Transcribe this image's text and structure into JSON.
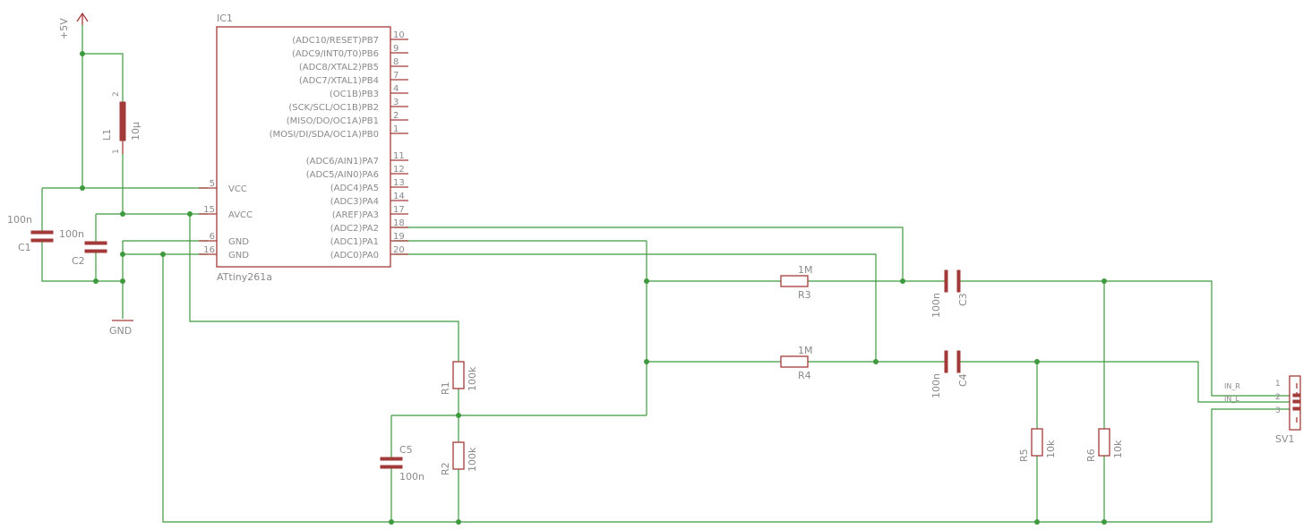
{
  "ic1": {
    "name": "IC1",
    "value": "ATtiny261a",
    "right_pins": [
      {
        "num": "10",
        "label": "(ADC10/RESET)PB7"
      },
      {
        "num": "9",
        "label": "(ADC9/INT0/T0)PB6"
      },
      {
        "num": "8",
        "label": "(ADC8/XTAL2)PB5"
      },
      {
        "num": "7",
        "label": "(ADC7/XTAL1)PB4"
      },
      {
        "num": "4",
        "label": "(OC1B)PB3"
      },
      {
        "num": "3",
        "label": "(SCK/SCL/OC1B)PB2"
      },
      {
        "num": "2",
        "label": "(MISO/DO/OC1A)PB1"
      },
      {
        "num": "1",
        "label": "(MOSI/DI/SDA/OC1A)PB0"
      },
      {
        "num": "11",
        "label": "(ADC6/AIN1)PA7"
      },
      {
        "num": "12",
        "label": "(ADC5/AIN0)PA6"
      },
      {
        "num": "13",
        "label": "(ADC4)PA5"
      },
      {
        "num": "14",
        "label": "(ADC3)PA4"
      },
      {
        "num": "17",
        "label": "(AREF)PA3"
      },
      {
        "num": "18",
        "label": "(ADC2)PA2"
      },
      {
        "num": "19",
        "label": "(ADC1)PA1"
      },
      {
        "num": "20",
        "label": "(ADC0)PA0"
      }
    ],
    "left_pins": [
      {
        "num": "5",
        "label": "VCC"
      },
      {
        "num": "15",
        "label": "AVCC"
      },
      {
        "num": "6",
        "label": "GND"
      },
      {
        "num": "16",
        "label": "GND"
      }
    ]
  },
  "supply": {
    "label": "+5V"
  },
  "ground": {
    "label": "GND"
  },
  "l1": {
    "name": "L1",
    "value": "10µ",
    "pin_top": "2",
    "pin_bottom": "1"
  },
  "c1": {
    "name": "C1",
    "value": "100n"
  },
  "c2": {
    "name": "C2",
    "value": "100n"
  },
  "c3": {
    "name": "C3",
    "value": "100n"
  },
  "c4": {
    "name": "C4",
    "value": "100n"
  },
  "c5": {
    "name": "C5",
    "value": "100n"
  },
  "r1": {
    "name": "R1",
    "value": "100k"
  },
  "r2": {
    "name": "R2",
    "value": "100k"
  },
  "r3": {
    "name": "R3",
    "value": "1M"
  },
  "r4": {
    "name": "R4",
    "value": "1M"
  },
  "r5": {
    "name": "R5",
    "value": "10k"
  },
  "r6": {
    "name": "R6",
    "value": "10k"
  },
  "sv1": {
    "name": "SV1",
    "pins": [
      {
        "num": "1",
        "net": "IN_R"
      },
      {
        "num": "2",
        "net": "IN_L"
      },
      {
        "num": "3",
        "net": ""
      }
    ]
  }
}
